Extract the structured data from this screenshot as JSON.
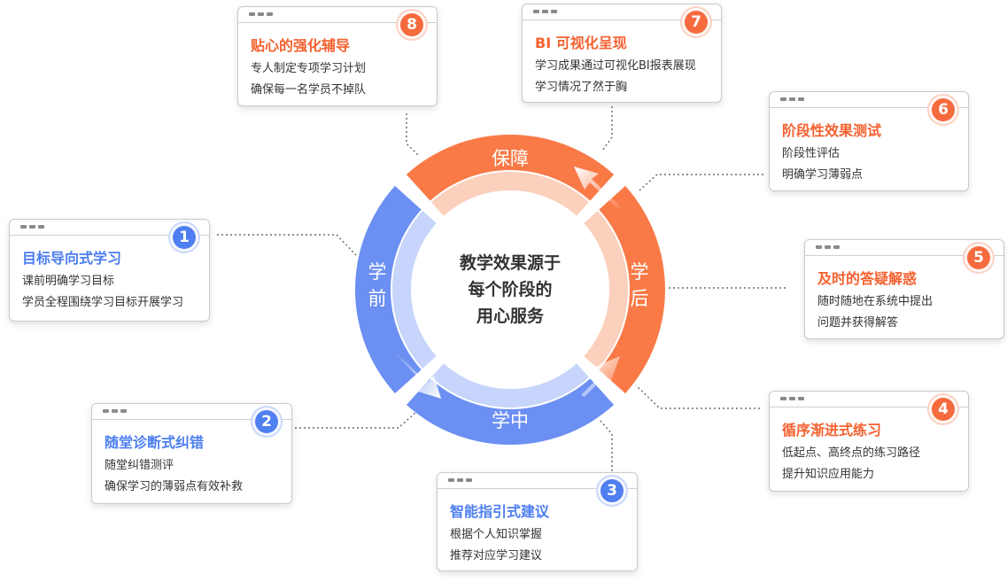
{
  "center_text": [
    "教学效果源于",
    "每个阶段的",
    "用心服务"
  ],
  "ring_labels": {
    "top": "保障",
    "left": [
      "学",
      "前"
    ],
    "right": [
      "学",
      "后"
    ],
    "bottom": "学中"
  },
  "colors": {
    "blue": "#6b8ff2",
    "orange": "#f97a47",
    "inner_blue": "#c7d4fb",
    "inner_orange": "#fbd0bd"
  },
  "cards": [
    {
      "num": "1",
      "title": "目标导向式学习",
      "lines": [
        "课前明确学习目标",
        "学员全程围绕学习目标开展学习"
      ],
      "color": "blue"
    },
    {
      "num": "2",
      "title": "随堂诊断式纠错",
      "lines": [
        "随堂纠错测评",
        "确保学习的薄弱点有效补救"
      ],
      "color": "blue"
    },
    {
      "num": "3",
      "title": "智能指引式建议",
      "lines": [
        "根据个人知识掌握",
        "推荐对应学习建议"
      ],
      "color": "blue"
    },
    {
      "num": "4",
      "title": "循序渐进式练习",
      "lines": [
        "低起点、高终点的练习路径",
        "提升知识应用能力"
      ],
      "color": "orange"
    },
    {
      "num": "5",
      "title": "及时的答疑解惑",
      "lines": [
        "随时随地在系统中提出",
        "问题并获得解答"
      ],
      "color": "orange"
    },
    {
      "num": "6",
      "title": "阶段性效果测试",
      "lines": [
        "阶段性评估",
        "明确学习薄弱点"
      ],
      "color": "orange"
    },
    {
      "num": "7",
      "title": "BI 可视化呈现",
      "lines": [
        "学习成果通过可视化BI报表展现",
        "学习情况了然于胸"
      ],
      "color": "orange"
    },
    {
      "num": "8",
      "title": "贴心的强化辅导",
      "lines": [
        "专人制定专项学习计划",
        "确保每一名学员不掉队"
      ],
      "color": "orange"
    }
  ]
}
